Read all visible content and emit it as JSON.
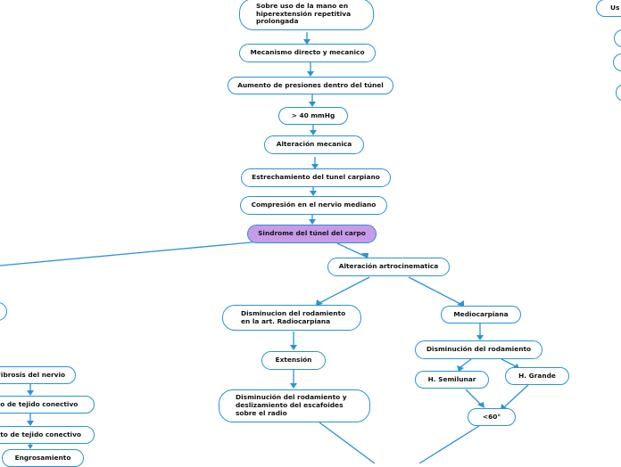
{
  "nodes": {
    "n1": "Sobre uso de la mano en hiperextensión repetitiva prolongada",
    "n2": "Mecanismo directo y mecanico",
    "n3": "Aumento de presiones dentro del túnel",
    "n4": "> 40 mmHg",
    "n5": "Alteración mecanica",
    "n6": "Estrechamiento del tunel carpiano",
    "n7": "Compresión en el nervio mediano",
    "root": "Sindrome del túnel del carpo",
    "artro": "Alteración artrocinematica",
    "radio": "Disminucion del rodamiento en la art. Radiocarpiana",
    "medio": "Mediocarpiana",
    "ext": "Extensión",
    "dism_rod": "Disminución del rodamiento",
    "semilunar": "H. Semilunar",
    "grande": "H. Grande",
    "lt60": "<60°",
    "escafoides": "Disminución del rodamiento y deslizamiento del escafoides sobre el radio",
    "fibrosis": "Fibrosis del nervio",
    "tejido1": "to de tejido conectivo",
    "tejido2": "nto de tejido conectivo",
    "engros": "Engrosamiento",
    "top_right": "Us"
  },
  "colors": {
    "edge": "#2a93d5",
    "root_fill": "#c79be8",
    "node_fill": "#ffffff"
  }
}
